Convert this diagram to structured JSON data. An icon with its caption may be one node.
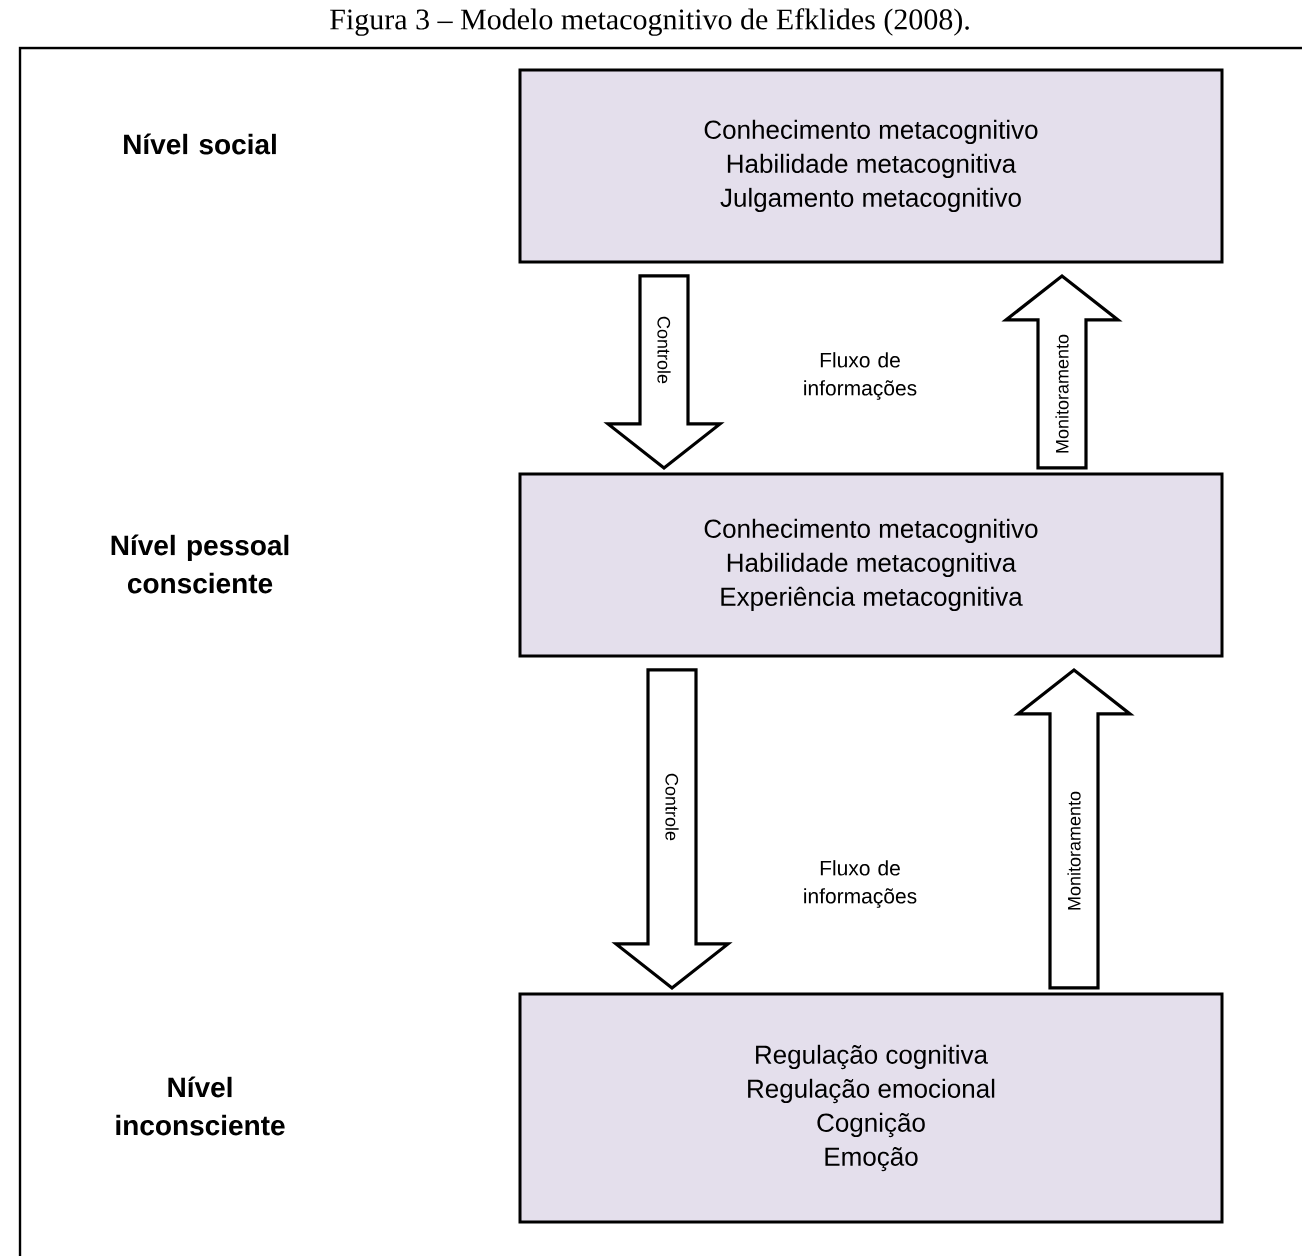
{
  "diagram": {
    "title": "Figura 3 – Modelo metacognitivo de Efklides (2008).",
    "nodes": [
      {
        "text": [
          "Conhecimento metacognitivo",
          "Habilidade metacognitiva",
          "Julgamento metacognitivo"
        ]
      },
      {
        "text": [
          "Conhecimento metacognitivo",
          "Habilidade metacognitiva",
          "Experiência metacognitiva"
        ]
      },
      {
        "text": [
          "Regulação cognitiva",
          "Regulação emocional",
          "Cognição",
          "Emoção"
        ]
      }
    ],
    "edges": [
      {
        "from": 0,
        "to": 1,
        "arrow": "to",
        "label": "Controle"
      },
      {
        "from": 1,
        "to": 0,
        "arrow": "to",
        "label": "Monitoramento"
      },
      {
        "from": 1,
        "to": 2,
        "arrow": "to",
        "label": "Controle"
      },
      {
        "from": 2,
        "to": 1,
        "arrow": "to",
        "label": "Monitoramento"
      }
    ],
    "labels": [
      "Nível social",
      "Fluxo de informações",
      "Nível pessoal consciente",
      "Fluxo de informações",
      "Nível inconsciente"
    ]
  }
}
